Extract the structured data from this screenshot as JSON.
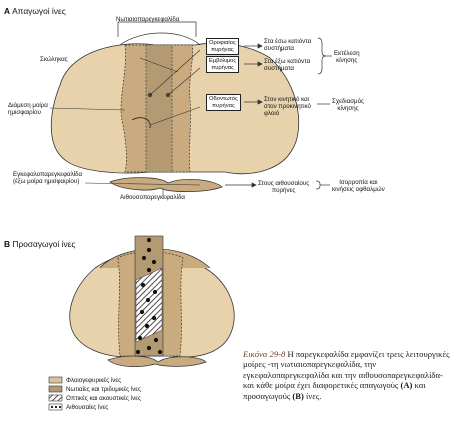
{
  "section_a": {
    "letter": "A",
    "title": "Απαγωγοί ίνες"
  },
  "section_b": {
    "letter": "B",
    "title": "Προσαγωγοί ίνες"
  },
  "labels_a": {
    "vestibulo": "Νωτιαιοπαρεγκεφαλίδα",
    "vermis": "Σκώληκας",
    "intermediate": "Διάμεση μοίρα\nημισφαιρίου",
    "cerebro": "Εγκεφαλοπαρεγκεφαλίδα\n(έξω μοίρα ημισφαιρίου)",
    "vestibulocerebellum": "Αιθουσοπαρεγκεφαλίδα"
  },
  "nuclei": [
    {
      "name": "Οροφιαίος\nπυρήνας",
      "target": "Στα έσω κατιόντα\nσυστήματα"
    },
    {
      "name": "Εμβόλιμος\nπυρήνας",
      "target": "Στα έξω κατιόντα\nσυστήματα"
    },
    {
      "name": "Οδοντωτός\nπυρήνας",
      "target": "Στον κινητικό και\nστον προκινητικό\nφλοιό"
    }
  ],
  "vestibular_target": "Στους αιθουσαίους\nπυρήνες",
  "functions": [
    "Εκτέλεση\nκίνησης",
    "Σχεδιασμός\nκίνησης",
    "Ισορροπία και\nκινήσεις οφθαλμών"
  ],
  "legend": [
    {
      "label": "Φλοιογεφυρικές ίνες",
      "color": "#d9c4a0"
    },
    {
      "label": "Νωτιαίες και τριδυμικές ίνες",
      "color": "#b49a72"
    },
    {
      "label": "Οπτικές και ακουστικές ίνες",
      "color": "#ffffff",
      "pattern": "hatch"
    },
    {
      "label": "Αιθουσαίες ίνες",
      "color": "#ffffff",
      "pattern": "dots"
    }
  ],
  "caption": {
    "figure": "Εικόνα 29-8",
    "text": "Η παρεγκεφαλίδα εμφανίζει τρεις λειτουργικές μοίρες -τη νωτιαιοπαρεγκεφαλίδα, την εγκεφαλοπαρεγκεφαλίδα και την αιθουσοπαρεγκεφαλίδα- και κάθε μοίρα έχει διαφορετικές απαγωγούς",
    "a": "(A)",
    "mid": "και προσαγωγούς",
    "b": "(B)",
    "end": "ίνες."
  },
  "colors": {
    "light": "#e8d2ac",
    "mid": "#c9ab7f",
    "dark": "#ae8f66",
    "line": "#333333"
  }
}
